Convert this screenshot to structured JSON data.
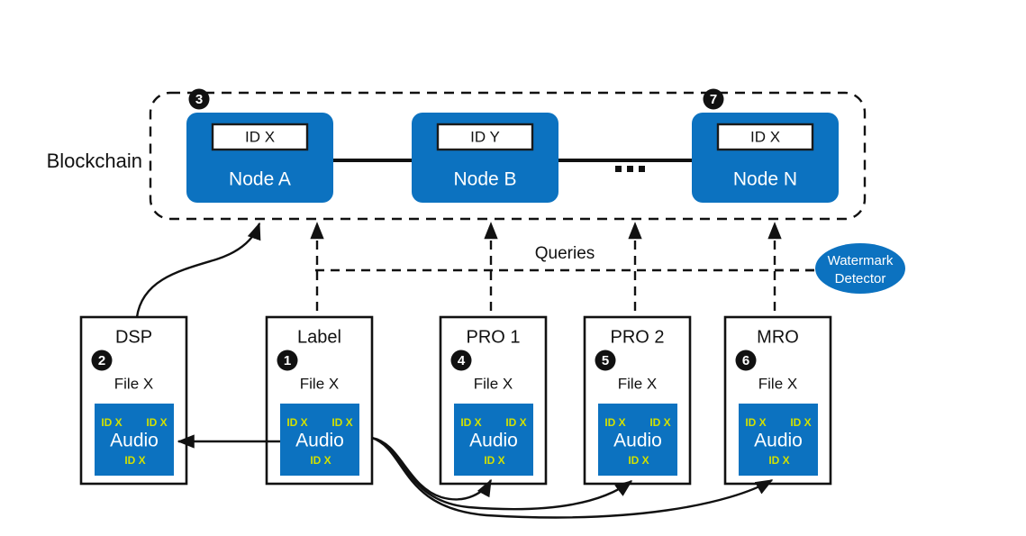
{
  "diagram": {
    "blockchain_label": "Blockchain",
    "queries_label": "Queries",
    "ellipsis": "...",
    "nodes": [
      {
        "id_label": "ID X",
        "name": "Node A"
      },
      {
        "id_label": "ID Y",
        "name": "Node B"
      },
      {
        "id_label": "ID X",
        "name": "Node N"
      }
    ],
    "chain_badges": [
      {
        "num": "3"
      },
      {
        "num": "7"
      }
    ],
    "entities": [
      {
        "title": "DSP",
        "badge": "2",
        "file": "File  X",
        "audio": "Audio",
        "tags": [
          "ID X",
          "ID X",
          "ID X"
        ]
      },
      {
        "title": "Label",
        "badge": "1",
        "file": "File  X",
        "audio": "Audio",
        "tags": [
          "ID X",
          "ID X",
          "ID X"
        ]
      },
      {
        "title": "PRO 1",
        "badge": "4",
        "file": "File  X",
        "audio": "Audio",
        "tags": [
          "ID X",
          "ID X",
          "ID X"
        ]
      },
      {
        "title": "PRO 2",
        "badge": "5",
        "file": "File  X",
        "audio": "Audio",
        "tags": [
          "ID X",
          "ID X",
          "ID X"
        ]
      },
      {
        "title": "MRO",
        "badge": "6",
        "file": "File  X",
        "audio": "Audio",
        "tags": [
          "ID X",
          "ID X",
          "ID X"
        ]
      }
    ],
    "watermark_detector": {
      "line1": "Watermark",
      "line2": "Detector"
    },
    "colors": {
      "brand_blue": "#0c72c0",
      "tag_yellow": "#d2e000",
      "stroke_black": "#111111",
      "background": "#ffffff"
    }
  }
}
